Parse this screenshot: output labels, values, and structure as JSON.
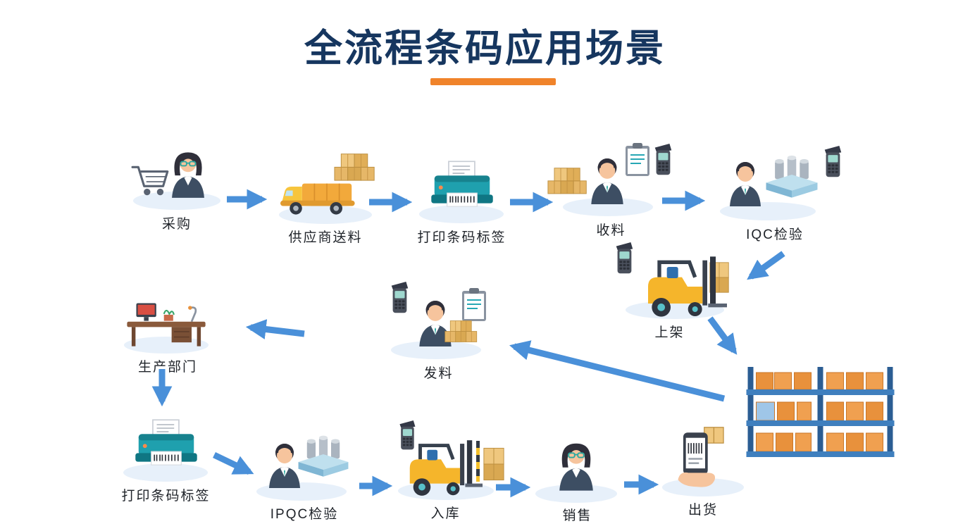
{
  "title": "全流程条码应用场景",
  "colors": {
    "title": "#16365f",
    "accent": "#f0832a",
    "arrow": "#4a90d9"
  },
  "nodes": [
    {
      "id": "purchase",
      "label": "采购"
    },
    {
      "id": "supplier-delivery",
      "label": "供应商送料"
    },
    {
      "id": "print-barcode-label-1",
      "label": "打印条码标签"
    },
    {
      "id": "receiving",
      "label": "收料"
    },
    {
      "id": "iqc-inspection",
      "label": "IQC检验"
    },
    {
      "id": "shelving",
      "label": "上架"
    },
    {
      "id": "material-issue",
      "label": "发料"
    },
    {
      "id": "production-dept",
      "label": "生产部门"
    },
    {
      "id": "print-barcode-label-2",
      "label": "打印条码标签"
    },
    {
      "id": "ipqc-inspection",
      "label": "IPQC检验"
    },
    {
      "id": "warehousing",
      "label": "入库"
    },
    {
      "id": "sales",
      "label": "销售"
    },
    {
      "id": "shipping",
      "label": "出货"
    },
    {
      "id": "warehouse-rack",
      "label": ""
    }
  ],
  "edges": [
    {
      "from": "purchase",
      "to": "supplier-delivery"
    },
    {
      "from": "supplier-delivery",
      "to": "print-barcode-label-1"
    },
    {
      "from": "print-barcode-label-1",
      "to": "receiving"
    },
    {
      "from": "receiving",
      "to": "iqc-inspection"
    },
    {
      "from": "iqc-inspection",
      "to": "shelving"
    },
    {
      "from": "shelving",
      "to": "warehouse-rack"
    },
    {
      "from": "warehouse-rack",
      "to": "material-issue"
    },
    {
      "from": "material-issue",
      "to": "production-dept"
    },
    {
      "from": "production-dept",
      "to": "print-barcode-label-2"
    },
    {
      "from": "print-barcode-label-2",
      "to": "ipqc-inspection"
    },
    {
      "from": "ipqc-inspection",
      "to": "warehousing"
    },
    {
      "from": "warehousing",
      "to": "sales"
    },
    {
      "from": "sales",
      "to": "shipping"
    }
  ]
}
